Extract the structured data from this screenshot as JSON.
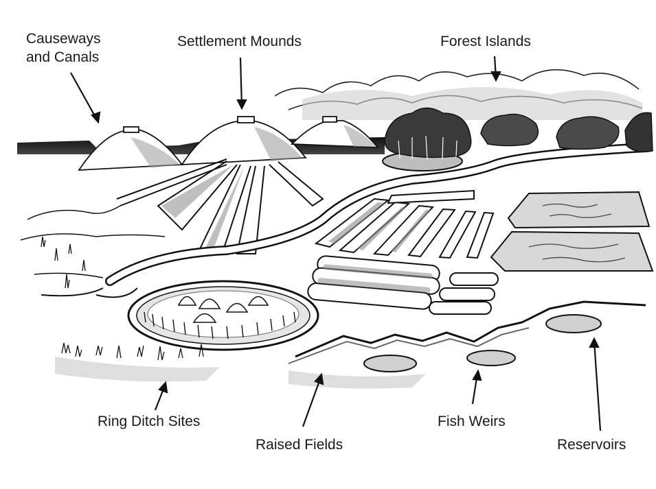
{
  "labels": {
    "causeways_line1": "Causeways",
    "causeways_line2": "and Canals",
    "settlement_mounds": "Settlement Mounds",
    "forest_islands": "Forest Islands",
    "ring_ditch_sites": "Ring Ditch Sites",
    "raised_fields": "Raised Fields",
    "fish_weirs": "Fish Weirs",
    "reservoirs": "Reservoirs"
  },
  "colors": {
    "ink": "#111111",
    "wash": "#8c8c8c",
    "light_wash": "#c8c8c8",
    "paper": "#ffffff"
  }
}
